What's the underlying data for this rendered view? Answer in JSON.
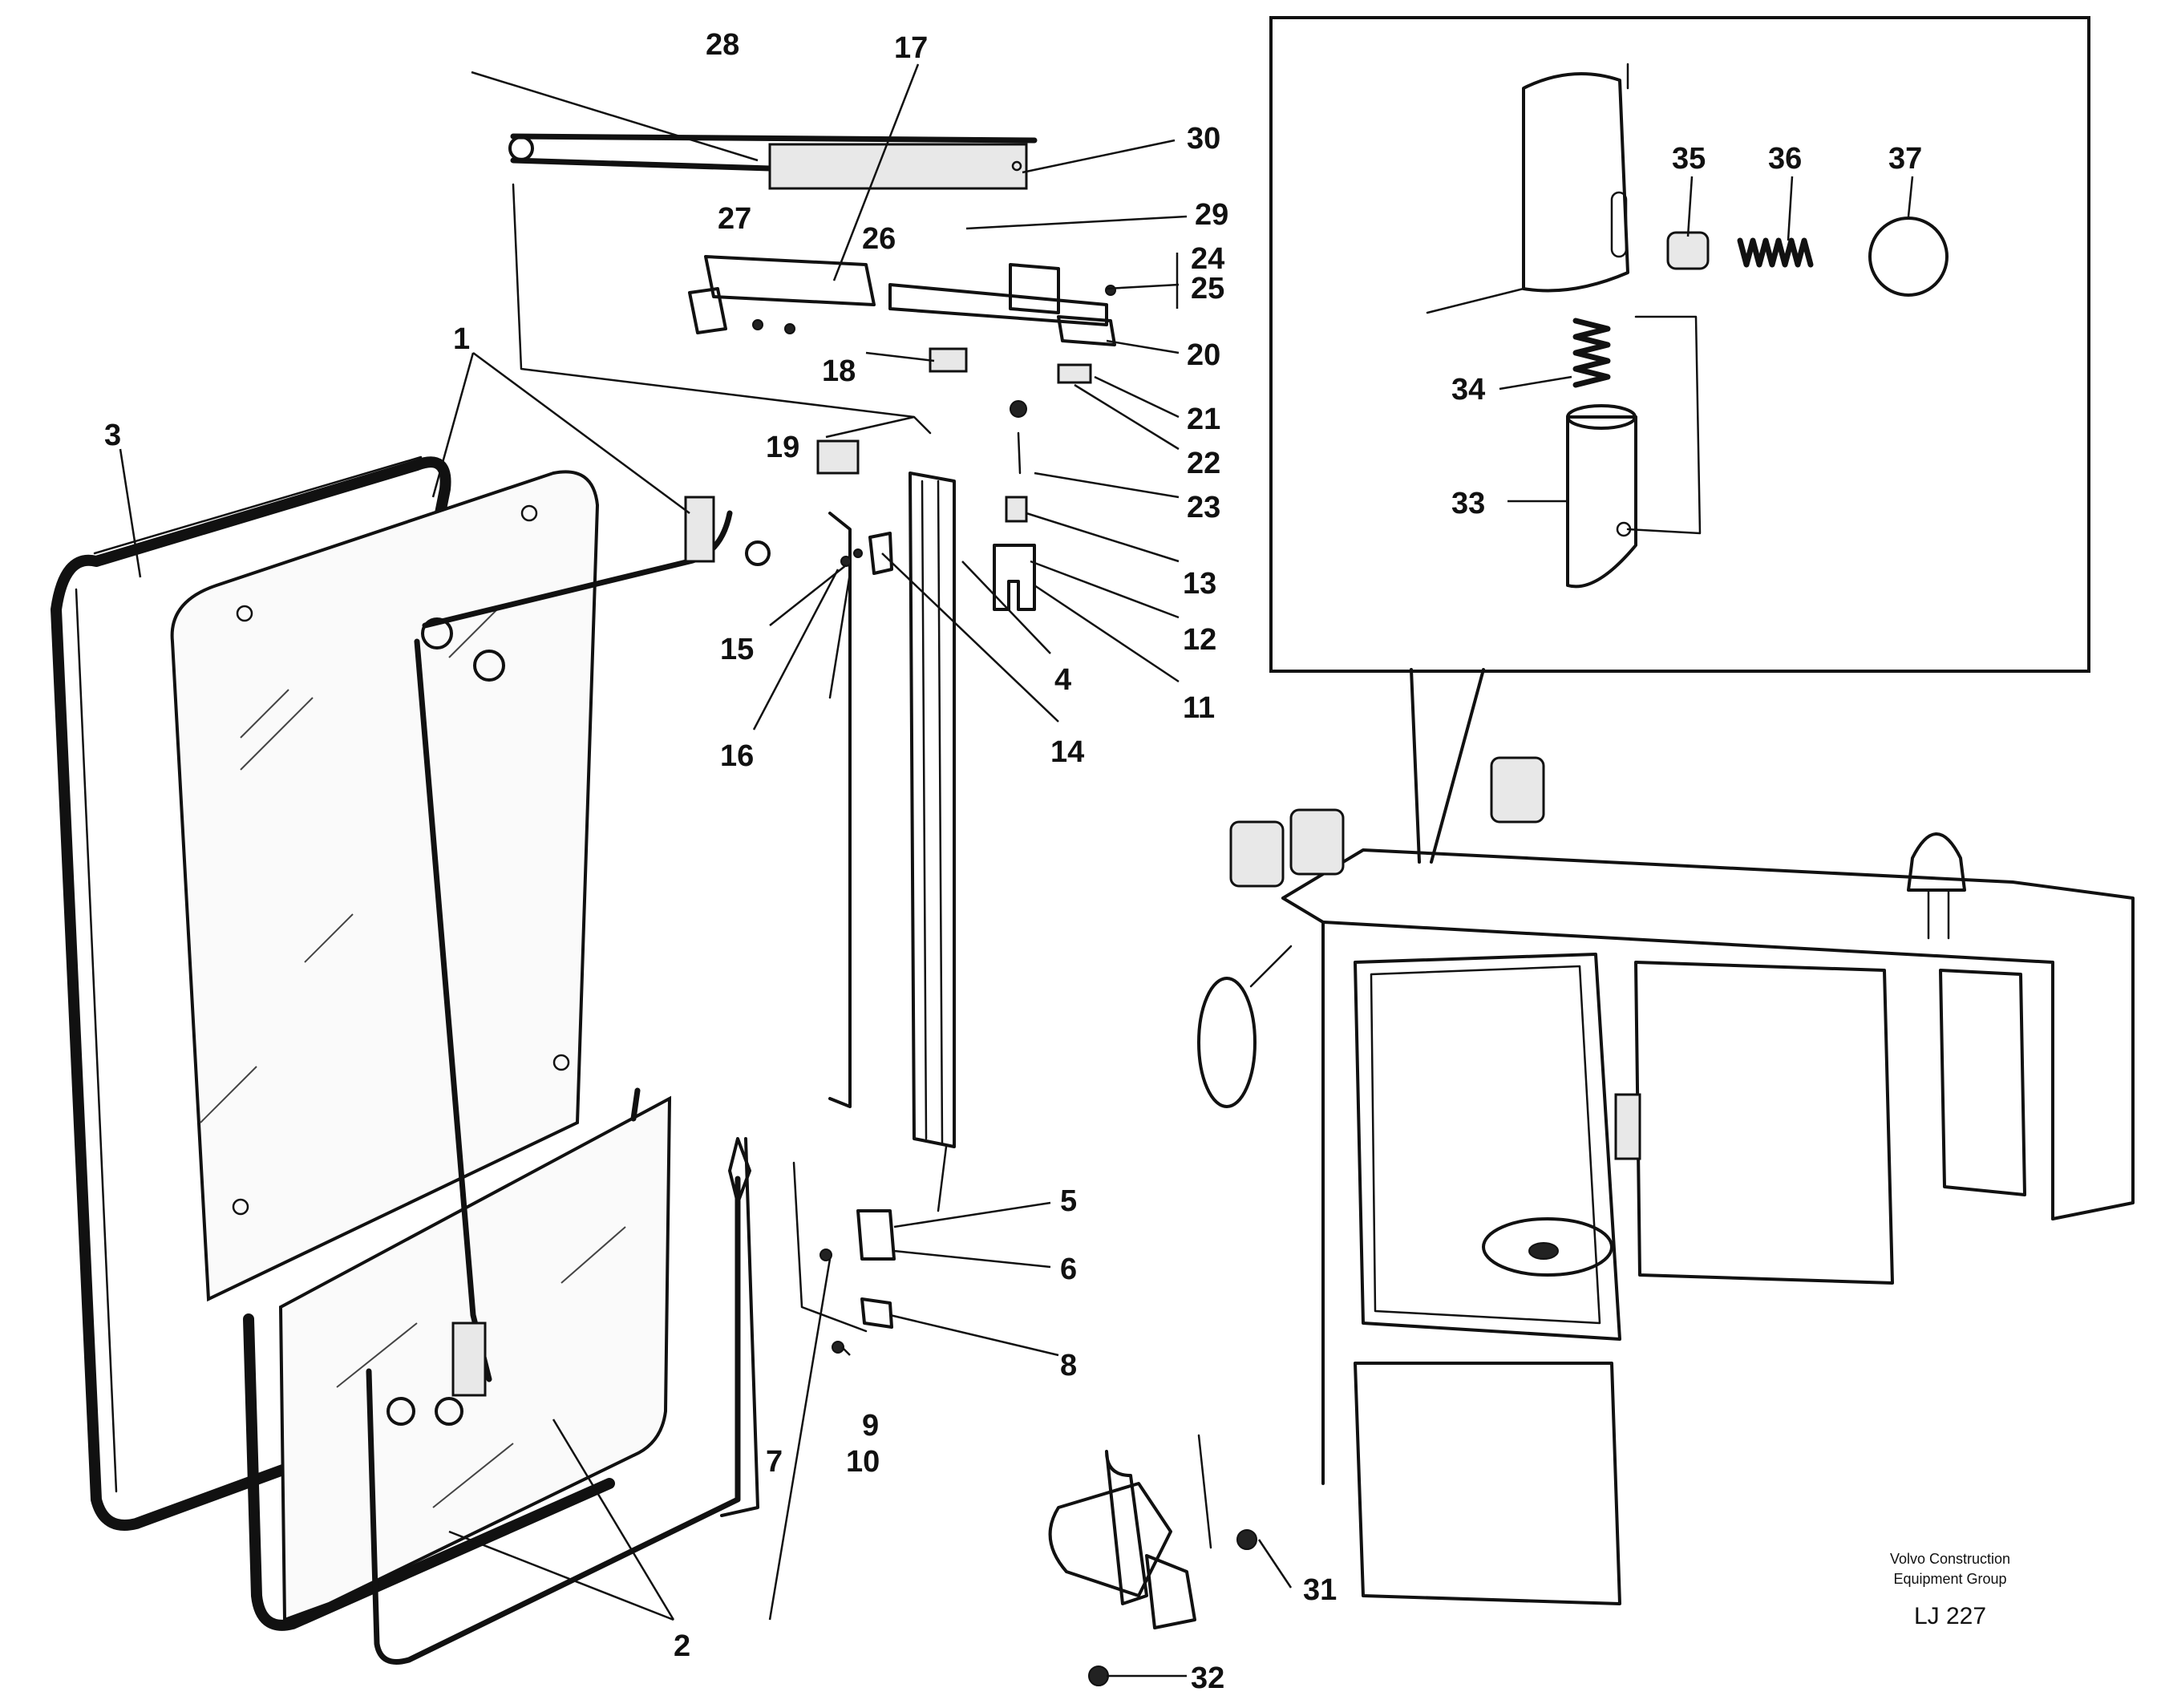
{
  "callouts": {
    "c1": "1",
    "c2": "2",
    "c3": "3",
    "c4": "4",
    "c5": "5",
    "c6": "6",
    "c7": "7",
    "c8": "8",
    "c9": "9",
    "c10": "10",
    "c11": "11",
    "c12": "12",
    "c13": "13",
    "c14": "14",
    "c15": "15",
    "c16": "16",
    "c17": "17",
    "c18": "18",
    "c19": "19",
    "c20": "20",
    "c21": "21",
    "c22": "22",
    "c23": "23",
    "c24": "24",
    "c25": "25",
    "c26": "26",
    "c27": "27",
    "c28": "28",
    "c29": "29",
    "c30": "30",
    "c31": "31",
    "c32": "32",
    "c33": "33",
    "c34": "34",
    "c35": "35",
    "c36": "36",
    "c37": "37"
  },
  "credit": {
    "line1": "Volvo Construction",
    "line2": "Equipment Group",
    "reference": "LJ 227"
  }
}
